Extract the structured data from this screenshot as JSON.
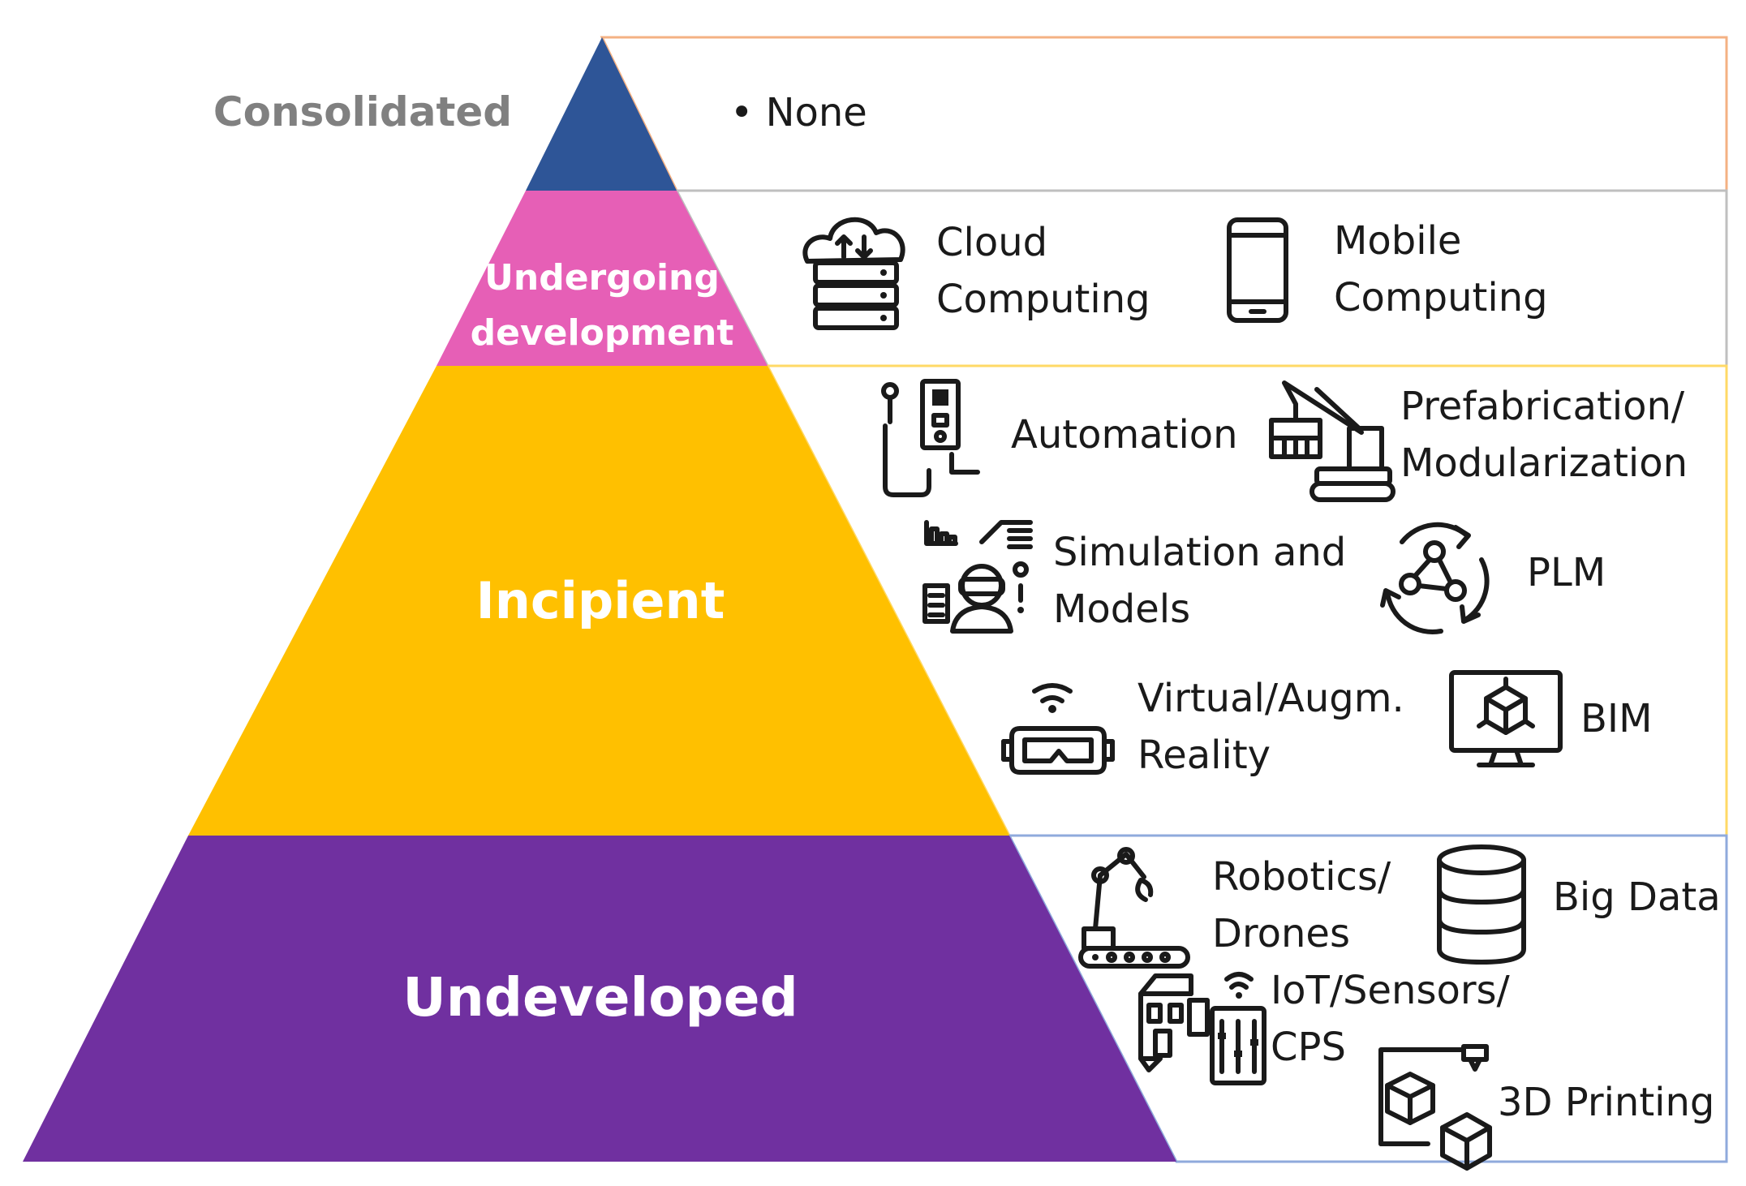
{
  "levels": {
    "consolidated": {
      "label": "Consolidated",
      "color": "#2e5597",
      "items": {
        "bullet": "• None"
      }
    },
    "undergoing": {
      "label_line1": "Undergoing",
      "label_line2": "development",
      "color": "#e65fb6",
      "items": {
        "cloud_1": "Cloud",
        "cloud_2": "Computing",
        "mobile_1": "Mobile",
        "mobile_2": "Computing"
      }
    },
    "incipient": {
      "label": "Incipient",
      "color": "#ffc000",
      "items": {
        "automation": "Automation",
        "prefab_1": "Prefabrication/",
        "prefab_2": "Modularization",
        "sim_1": "Simulation and",
        "sim_2": "Models",
        "plm": "PLM",
        "vr_1": "Virtual/Augm.",
        "vr_2": "Reality",
        "bim": "BIM"
      }
    },
    "undeveloped": {
      "label": "Undeveloped",
      "color": "#7030a0",
      "items": {
        "robotics_1": "Robotics/",
        "robotics_2": "Drones",
        "bigdata": "Big Data",
        "iot_1": "IoT/Sensors/",
        "iot_2": "CPS",
        "printing": "3D Printing"
      }
    }
  },
  "icons": [
    "cloud-server-icon",
    "smartphone-icon",
    "automation-panel-icon",
    "crane-container-icon",
    "simulation-vr-user-icon",
    "plm-cycle-icon",
    "vr-headset-icon",
    "bim-monitor-cube-icon",
    "robot-arm-icon",
    "database-icon",
    "iot-building-sensor-icon",
    "3d-printer-icon"
  ],
  "box_colors": {
    "consolidated": "#f4b183",
    "undergoing": "#bfbfbf",
    "incipient": "#ffd966",
    "undeveloped": "#8faadc"
  }
}
